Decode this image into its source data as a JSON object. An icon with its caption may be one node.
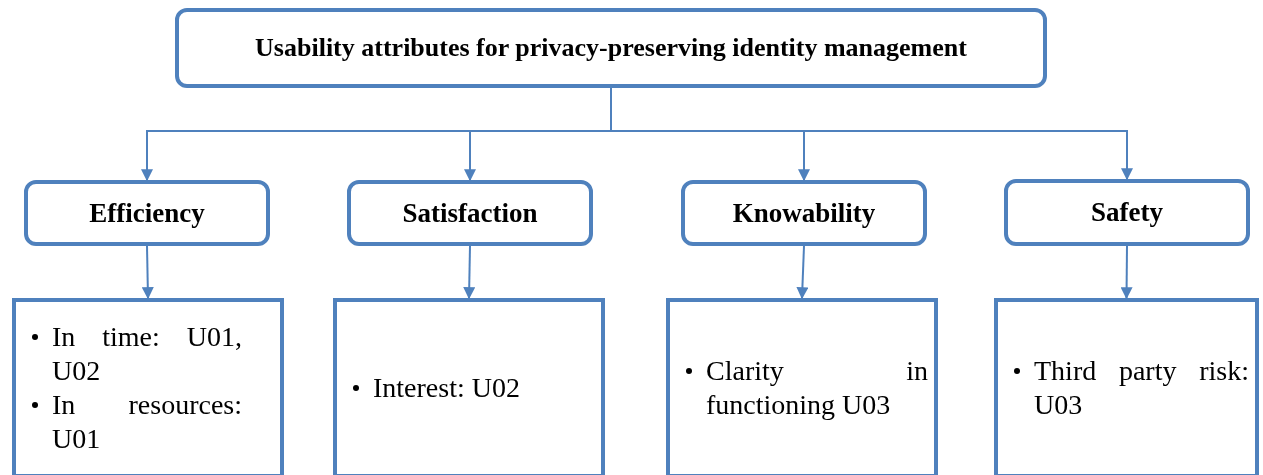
{
  "diagram": {
    "nodes": [
      {
        "text": [
          "Usability attributes for privacy-preserving identity management"
        ]
      },
      {
        "text": [
          "Efficiency"
        ]
      },
      {
        "text": [
          "Satisfaction"
        ]
      },
      {
        "text": [
          "Knowability"
        ]
      },
      {
        "text": [
          "Safety"
        ]
      },
      {
        "text": [
          "In time: U01, U02",
          "In resources: U01"
        ]
      },
      {
        "text": [
          "Interest: U02"
        ]
      },
      {
        "text": [
          "Clarity in functioning U03"
        ]
      },
      {
        "text": [
          "Third party risk: U03"
        ]
      }
    ],
    "edges": [
      {
        "from": 0,
        "to": 1,
        "arrow": "to"
      },
      {
        "from": 0,
        "to": 2,
        "arrow": "to"
      },
      {
        "from": 0,
        "to": 3,
        "arrow": "to"
      },
      {
        "from": 0,
        "to": 4,
        "arrow": "to"
      },
      {
        "from": 1,
        "to": 5,
        "arrow": "to"
      },
      {
        "from": 2,
        "to": 6,
        "arrow": "to"
      },
      {
        "from": 3,
        "to": 7,
        "arrow": "to"
      },
      {
        "from": 4,
        "to": 8,
        "arrow": "to"
      }
    ]
  }
}
